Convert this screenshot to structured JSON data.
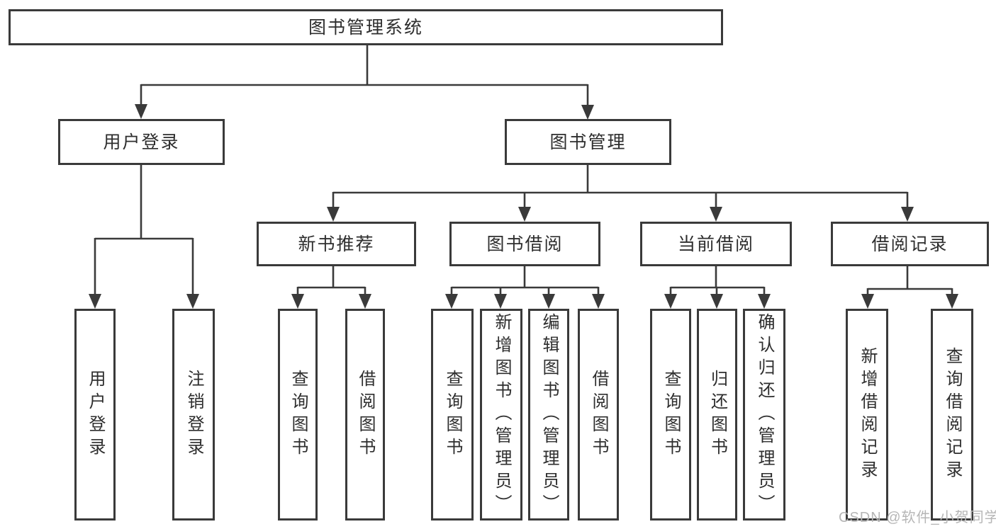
{
  "page_title": "图书管理系统",
  "tree": {
    "root": {
      "label": "图书管理系统"
    },
    "branches": [
      {
        "label": "用户登录",
        "children": [
          {
            "label": "用户登录"
          },
          {
            "label": "注销登录"
          }
        ]
      },
      {
        "label": "图书管理",
        "children": [
          {
            "label": "新书推荐",
            "children": [
              {
                "label": "查询图书"
              },
              {
                "label": "借阅图书"
              }
            ]
          },
          {
            "label": "图书借阅",
            "children": [
              {
                "label": "查询图书"
              },
              {
                "label": "新增图书（管理员）"
              },
              {
                "label": "编辑图书（管理员）"
              },
              {
                "label": "借阅图书"
              }
            ]
          },
          {
            "label": "当前借阅",
            "children": [
              {
                "label": "查询图书"
              },
              {
                "label": "归还图书"
              },
              {
                "label": "确认归还（管理员）"
              }
            ]
          },
          {
            "label": "借阅记录",
            "children": [
              {
                "label": "新增借阅记录"
              },
              {
                "label": "查询借阅记录"
              }
            ]
          }
        ]
      }
    ]
  },
  "watermark": "CSDN @软件_小贺同学",
  "colors": {
    "line": "#3a3a3a",
    "text": "#2e2e2e",
    "watermark": "#b6b6b6",
    "background": "#ffffff"
  }
}
